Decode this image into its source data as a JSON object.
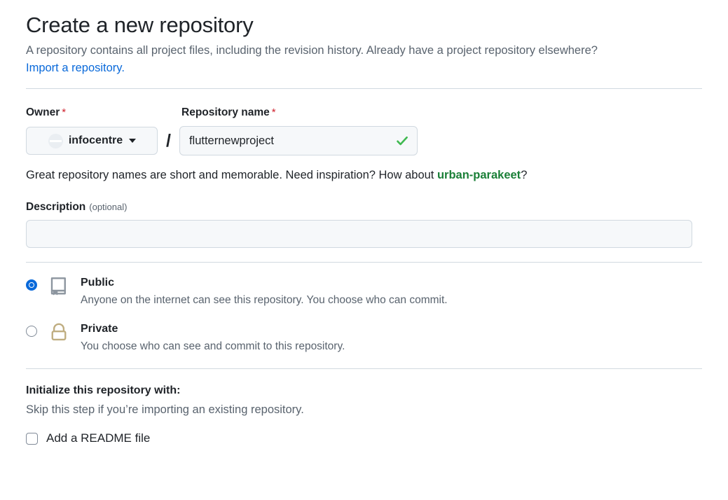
{
  "header": {
    "title": "Create a new repository",
    "subtitle": "A repository contains all project files, including the revision history. Already have a project repository elsewhere?",
    "import_link": "Import a repository."
  },
  "form": {
    "owner": {
      "label": "Owner",
      "required_marker": "*",
      "selected": "infocentre",
      "avatar_icon": "broken-image-avatar-icon",
      "caret_icon": "chevron-down-icon"
    },
    "separator": "/",
    "repository_name": {
      "label": "Repository name",
      "required_marker": "*",
      "value": "flutternewproject",
      "placeholder": "",
      "validation_icon": "check-icon",
      "validation_color": "#3fb950"
    },
    "name_hint": {
      "prefix": "Great repository names are short and memorable. Need inspiration? How about ",
      "suggestion": "urban-parakeet",
      "suffix": "?"
    },
    "description": {
      "label": "Description",
      "optional_tag": "(optional)",
      "value": "",
      "placeholder": ""
    },
    "visibility": {
      "options": [
        {
          "id": "public",
          "title": "Public",
          "description": "Anyone on the internet can see this repository. You choose who can commit.",
          "icon": "repo-book-icon",
          "icon_color": "#8c959f",
          "selected": true
        },
        {
          "id": "private",
          "title": "Private",
          "description": "You choose who can see and commit to this repository.",
          "icon": "lock-icon",
          "icon_color": "#bfad80",
          "selected": false
        }
      ]
    },
    "initialize": {
      "title": "Initialize this repository with:",
      "subtitle": "Skip this step if you’re importing an existing repository.",
      "readme": {
        "label": "Add a README file",
        "checked": false
      }
    }
  },
  "colors": {
    "accent": "#0969da",
    "success": "#1a7f37",
    "danger": "#cf222e",
    "border": "#d1d9e0",
    "muted_text": "#59636e",
    "field_bg": "#f6f8fa"
  }
}
